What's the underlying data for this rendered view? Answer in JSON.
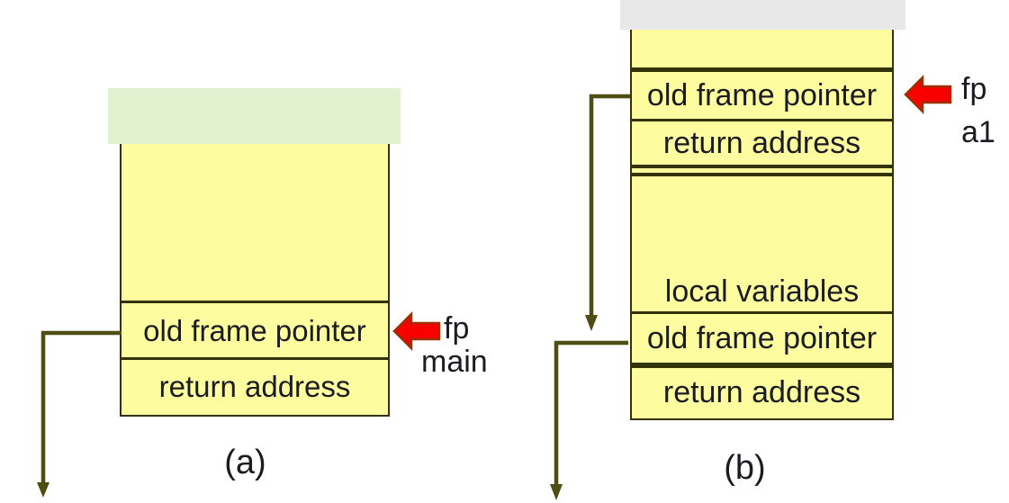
{
  "colors": {
    "background": "#ffffff",
    "stack_fill": "#fdfd9f",
    "band_a": "#e2f2d0",
    "band_b": "#e8e8e8",
    "border": "#333308",
    "pointer_arrow": "#4e4e12",
    "fp_arrow_fill": "#f90000",
    "fp_arrow_stroke": "#9b3000",
    "text": "#1b1b22"
  },
  "diagram_a": {
    "caption": "(a)",
    "cells": {
      "old_frame_pointer": "old frame pointer",
      "return_address": "return address"
    },
    "fp_pointer": {
      "register": "fp",
      "frame": "main"
    }
  },
  "diagram_b": {
    "caption": "(b)",
    "cells": {
      "old_frame_pointer_top": "old frame pointer",
      "return_address_top": "return address",
      "local_variables": "local variables",
      "old_frame_pointer_bottom": "old frame pointer",
      "return_address_bottom": "return address"
    },
    "fp_pointer": {
      "register": "fp",
      "frame": "a1"
    }
  }
}
